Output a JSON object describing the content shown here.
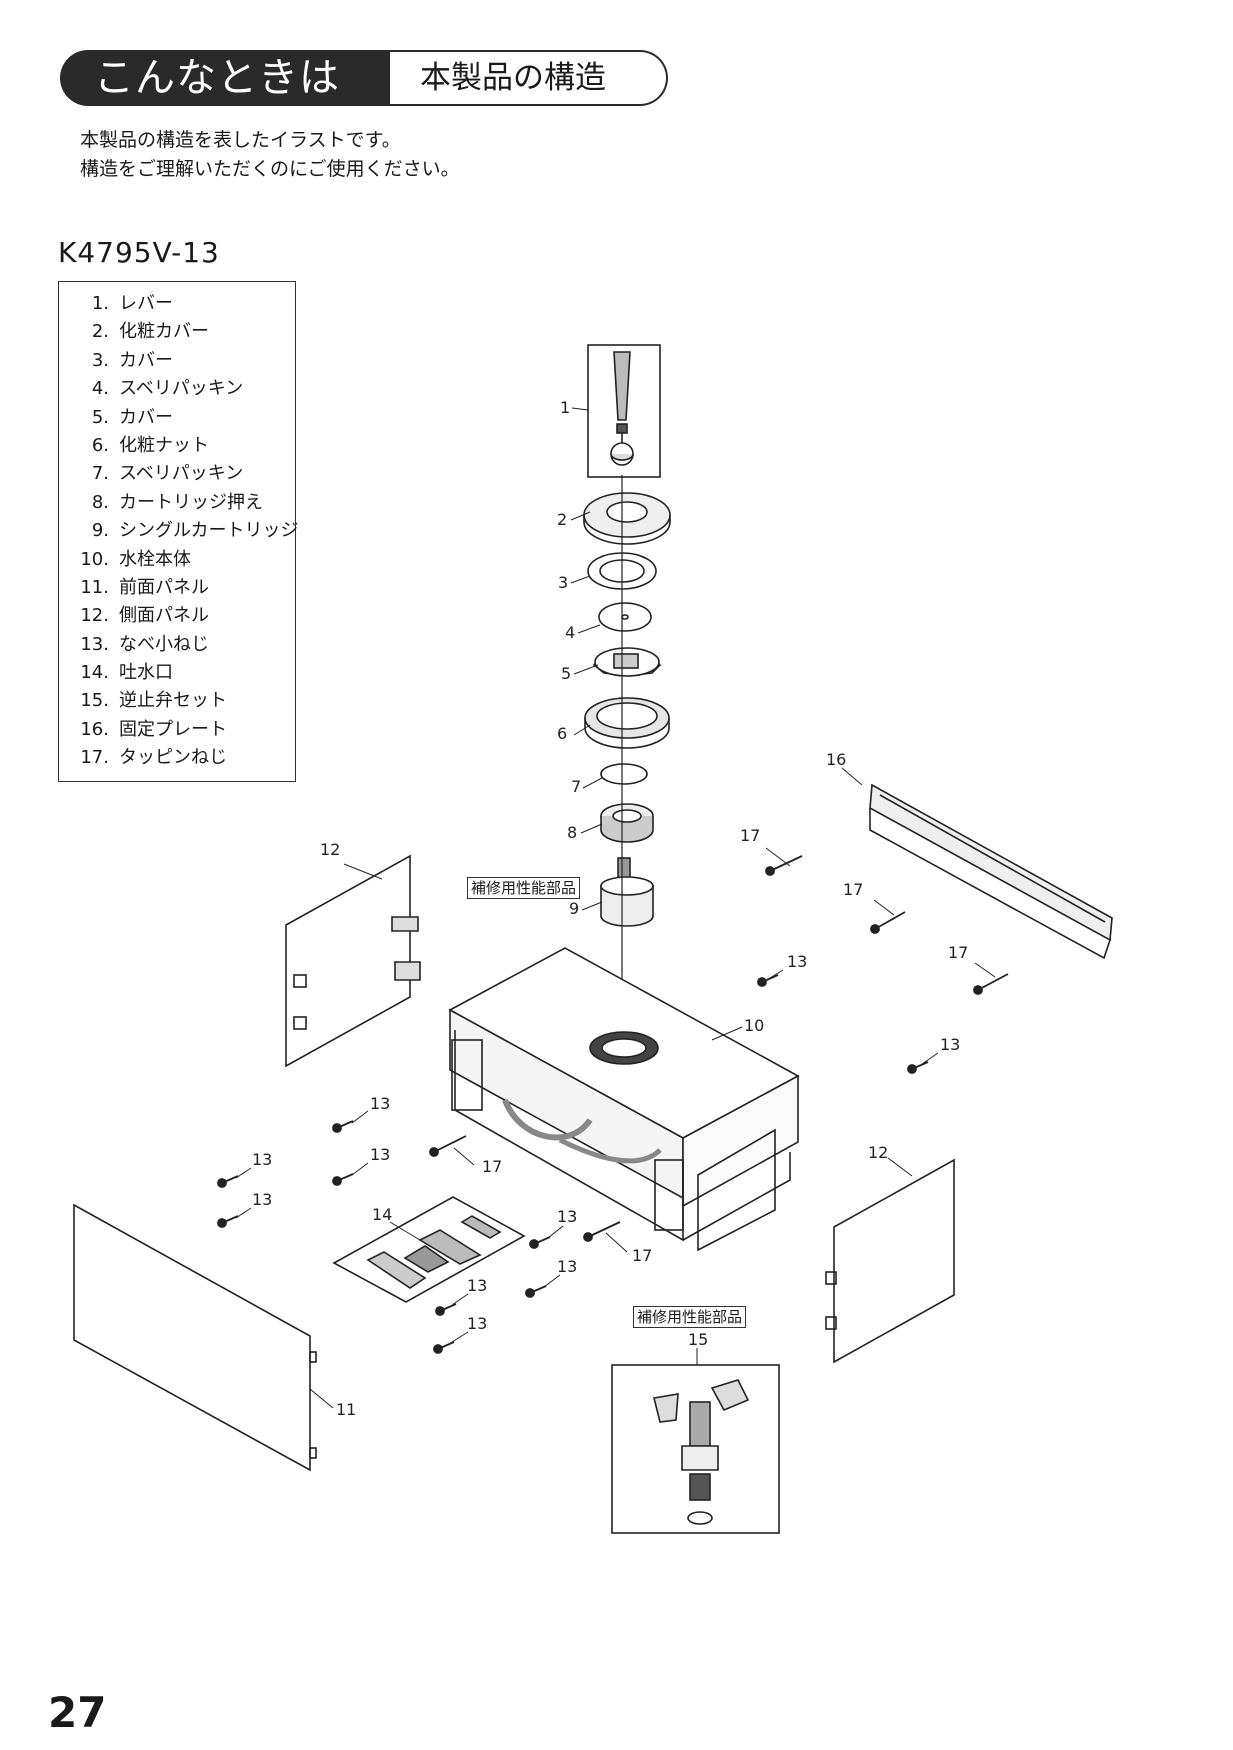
{
  "header": {
    "title": "こんなときは",
    "subtitle": "本製品の構造"
  },
  "intro": {
    "line1": "本製品の構造を表したイラストです。",
    "line2": "構造をご理解いただくのにご使用ください。"
  },
  "model": "K4795V-13",
  "parts": [
    {
      "num": "1.",
      "name": "レバー"
    },
    {
      "num": "2.",
      "name": "化粧カバー"
    },
    {
      "num": "3.",
      "name": "カバー"
    },
    {
      "num": "4.",
      "name": "スベリパッキン"
    },
    {
      "num": "5.",
      "name": "カバー"
    },
    {
      "num": "6.",
      "name": "化粧ナット"
    },
    {
      "num": "7.",
      "name": "スベリパッキン"
    },
    {
      "num": "8.",
      "name": "カートリッジ押え"
    },
    {
      "num": "9.",
      "name": "シングルカートリッジ"
    },
    {
      "num": "10.",
      "name": "水栓本体"
    },
    {
      "num": "11.",
      "name": "前面パネル"
    },
    {
      "num": "12.",
      "name": "側面パネル"
    },
    {
      "num": "13.",
      "name": "なべ小ねじ"
    },
    {
      "num": "14.",
      "name": "吐水口"
    },
    {
      "num": "15.",
      "name": "逆止弁セット"
    },
    {
      "num": "16.",
      "name": "固定プレート"
    },
    {
      "num": "17.",
      "name": "タッピンねじ"
    }
  ],
  "diagram": {
    "repair_tag": "補修用性能部品",
    "callouts": [
      "1",
      "2",
      "3",
      "4",
      "5",
      "6",
      "7",
      "8",
      "9",
      "10",
      "11",
      "12",
      "12",
      "13",
      "13",
      "13",
      "13",
      "13",
      "13",
      "13",
      "13",
      "13",
      "13",
      "14",
      "15",
      "16",
      "17",
      "17",
      "17",
      "17",
      "17"
    ]
  },
  "page_number": "27"
}
